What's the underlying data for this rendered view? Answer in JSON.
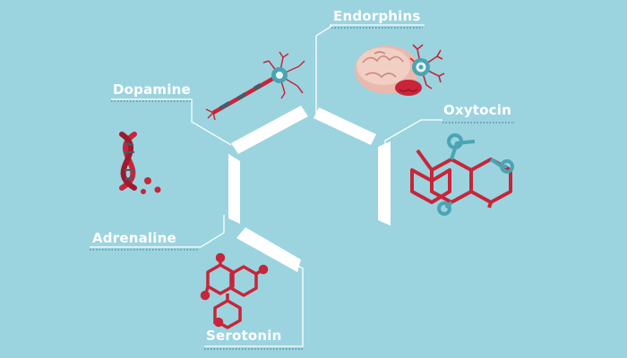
{
  "diagram": {
    "background": "#9bd4df",
    "accent_red": "#c8253a",
    "accent_teal": "#4aa4b3",
    "nodes": [
      {
        "id": "endorphins",
        "label": "Endorphins",
        "icon": "brain-icon"
      },
      {
        "id": "dopamine",
        "label": "Dopamine",
        "icon": "neuron-icon"
      },
      {
        "id": "oxytocin",
        "label": "Oxytocin",
        "icon": "oxytocin-molecule-icon"
      },
      {
        "id": "adrenaline",
        "label": "Adrenaline",
        "icon": "dna-helix-icon"
      },
      {
        "id": "serotonin",
        "label": "Serotonin",
        "icon": "serotonin-molecule-icon"
      }
    ]
  }
}
